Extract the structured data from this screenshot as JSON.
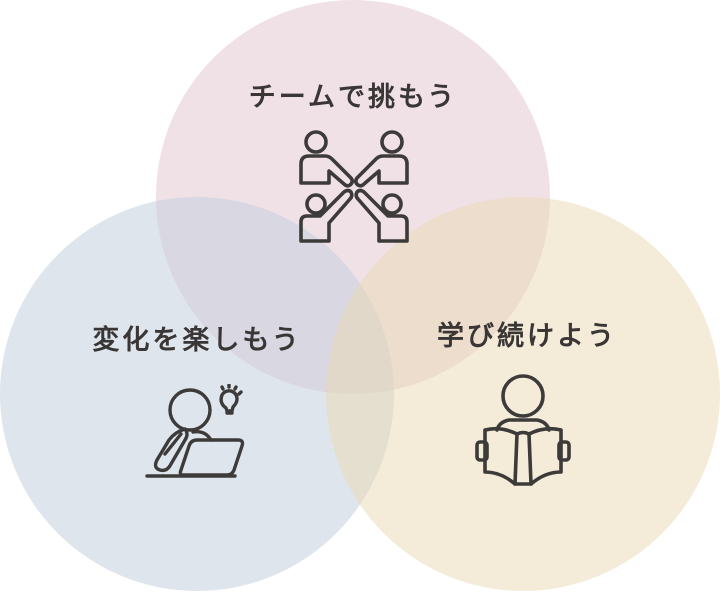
{
  "diagram": {
    "type": "venn",
    "colors": {
      "top_circle": "#f0e2e7",
      "left_circle": "#dfe5ec",
      "right_circle": "#f3ecda",
      "text": "#3a3636",
      "icon_stroke": "#3d3a3a"
    },
    "circles": [
      {
        "id": "top",
        "label": "チームで挑もう",
        "icon": "team-collaboration-icon"
      },
      {
        "id": "left",
        "label": "変化を楽しもう",
        "icon": "person-laptop-idea-icon"
      },
      {
        "id": "right",
        "label": "学び続けよう",
        "icon": "person-reading-book-icon"
      }
    ]
  }
}
